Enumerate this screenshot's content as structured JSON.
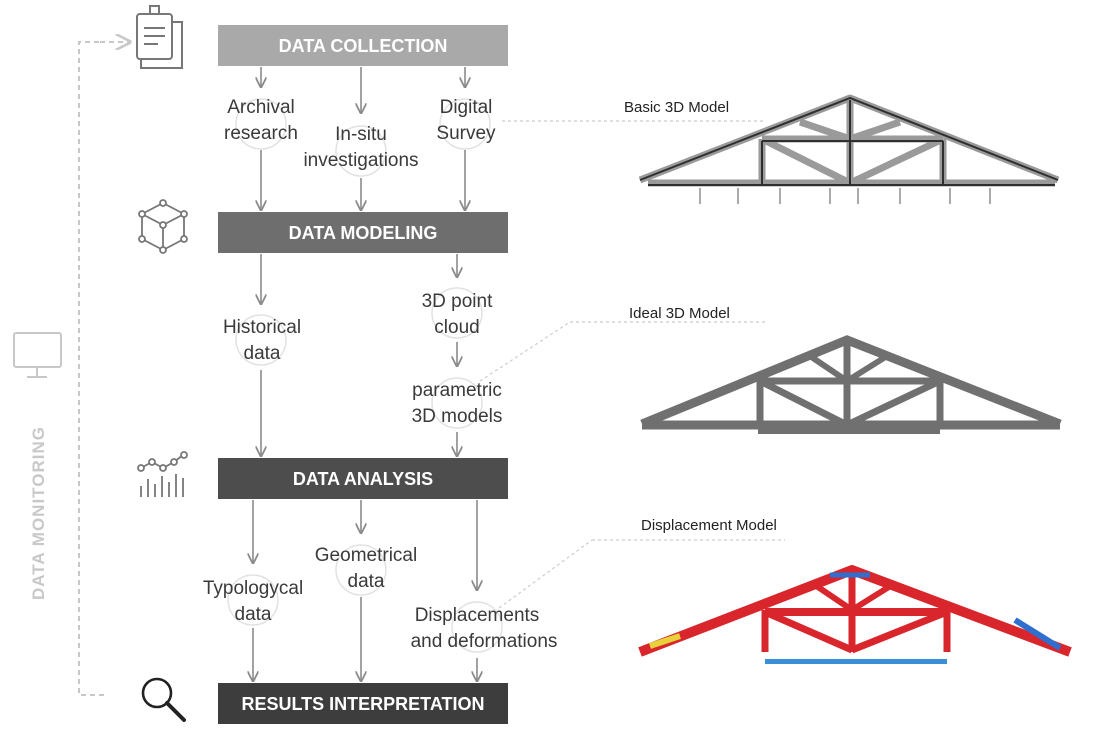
{
  "side_label": "DATA MONITORING",
  "stages": {
    "collection": "DATA COLLECTION",
    "modeling": "DATA MODELING",
    "analysis": "DATA ANALYSIS",
    "results": "RESULTS INTERPRETATION"
  },
  "nodes": {
    "archival": [
      "Archival",
      "research"
    ],
    "insitu": [
      "In-situ",
      "investigations"
    ],
    "survey": [
      "Digital",
      "Survey"
    ],
    "historical": [
      "Historical",
      "data"
    ],
    "pointcloud": [
      "3D point",
      "cloud"
    ],
    "parametric": [
      "parametric",
      "3D models"
    ],
    "typological": [
      "Typologycal",
      "data"
    ],
    "geometrical": [
      "Geometrical",
      "data"
    ],
    "displacements": [
      "Displacements",
      "and deformations"
    ]
  },
  "models": {
    "basic": "Basic 3D Model",
    "ideal": "Ideal 3D Model",
    "displacement": "Displacement Model"
  },
  "colors": {
    "stage_collection": "#a9a9a9",
    "stage_modeling": "#6e6e6e",
    "stage_analysis": "#4d4d4d",
    "stage_results": "#3d3d3d",
    "arrow": "#8a8a8a",
    "monitoring": "#c8c8c8",
    "ideal_truss": "#707070",
    "displacement_red": "#d8262c",
    "displacement_green": "#7dc142"
  },
  "icons": {
    "collection": "documents-icon",
    "modeling": "cube-icon",
    "analysis": "analytics-chart-icon",
    "results": "magnifier-icon",
    "monitoring": "monitor-icon"
  }
}
